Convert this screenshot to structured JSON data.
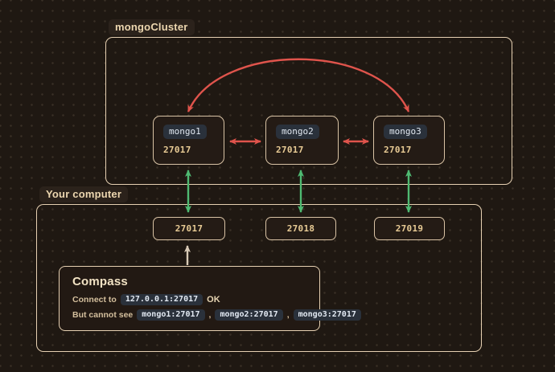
{
  "cluster": {
    "label": "mongoCluster",
    "nodes": [
      {
        "name": "mongo1",
        "port": "27017"
      },
      {
        "name": "mongo2",
        "port": "27017"
      },
      {
        "name": "mongo3",
        "port": "27017"
      }
    ]
  },
  "computer": {
    "label": "Your computer",
    "ports": [
      "27017",
      "27018",
      "27019"
    ],
    "compass": {
      "title": "Compass",
      "connect_prefix": "Connect to",
      "connect_code": "127.0.0.1:27017",
      "connect_status": "OK",
      "cannot_prefix": "But cannot see",
      "cannot_codes": [
        "mongo1:27017",
        "mongo2:27017",
        "mongo3:27017"
      ],
      "separator": ","
    }
  },
  "colors": {
    "red_arrow": "#e0544c",
    "green_arrow": "#4fba72",
    "cream_arrow": "#d8cab6"
  }
}
